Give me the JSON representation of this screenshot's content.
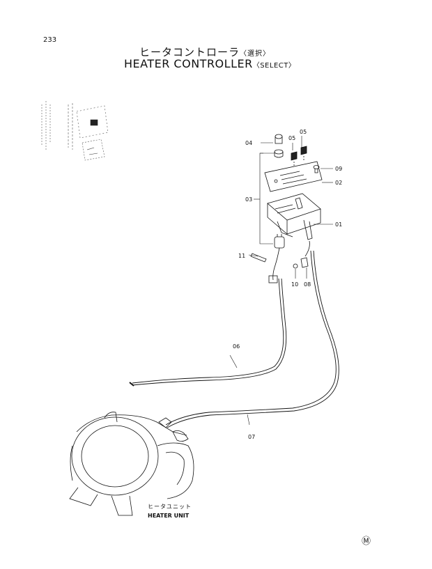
{
  "page_number": "233",
  "title": {
    "jp": "ヒータコントローラ",
    "jp_note": "〈選択〉",
    "en": "HEATER  CONTROLLER",
    "en_note": "〈SELECT〉"
  },
  "part_labels": [
    "04",
    "05",
    "05",
    "09",
    "02",
    "03",
    "01",
    "11",
    "10",
    "08",
    "06",
    "07"
  ],
  "heater_unit": {
    "jp": "ヒータユニット",
    "en": "HEATER UNIT"
  },
  "corner_mark": "Ⓜ"
}
